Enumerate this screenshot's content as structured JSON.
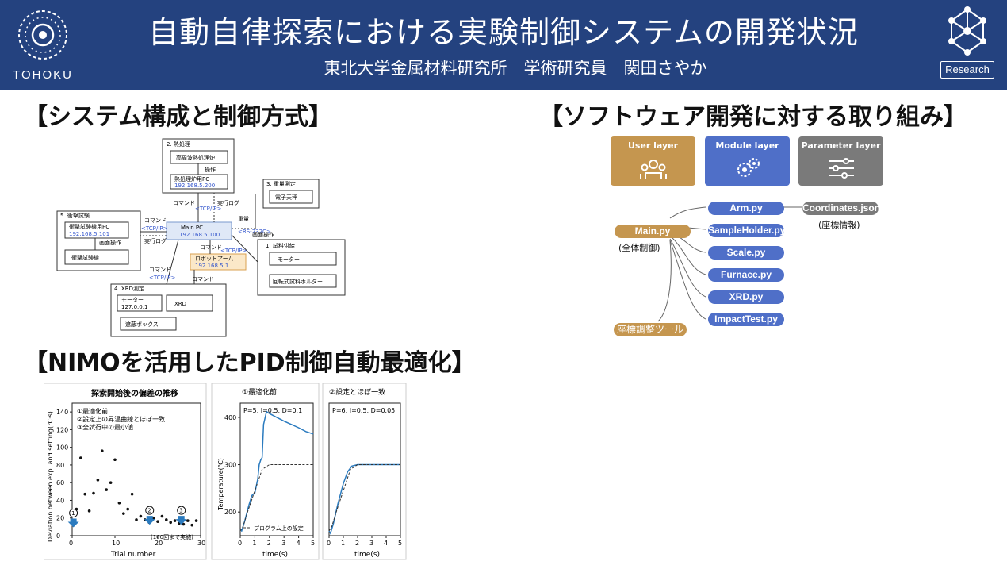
{
  "header": {
    "title": "自動自律探索における実験制御システムの開発状況",
    "subtitle": "東北大学金属材料研究所　学術研究員　関田さやか",
    "logo_text": "TOHOKU",
    "badge_label": "Research"
  },
  "sections": {
    "system": "【システム構成と制御方式】",
    "software": "【ソフトウェア開発に対する取り組み】",
    "pid": "【NIMOを活用したPID制御自動最適化】"
  },
  "system_diagram": {
    "main_pc": "Main PC",
    "main_ip": "192.168.5.100",
    "heat_title": "2. 熱処理",
    "heat_furnace": "高周波熱処理炉",
    "heat_ops": "操作",
    "heat_pc": "熱処理炉用PC",
    "heat_ip": "192.168.5.200",
    "weigh_title": "3. 重量測定",
    "balance": "電子天秤",
    "impact_title": "5. 衝撃試験",
    "impact_pc": "衝撃試験機用PC",
    "impact_ip": "192.168.5.101",
    "screen_ops": "画面操作",
    "impact_machine": "衝撃試験機",
    "supply_title": "1. 試料供給",
    "supply_screen": "画面操作",
    "motor": "モーター",
    "holder": "回転式試料ホルダー",
    "robot": "ロボットアーム",
    "robot_ip": "192.168.5.1",
    "xrd_title": "4. XRD測定",
    "xrd_motor": "モーター",
    "xrd_motor_ip": "127.0.0.1",
    "xrd": "XRD",
    "shield": "遮蔽ボックス",
    "command": "コマンド",
    "tcpip": "<TCP/IP>",
    "exec_log": "実行ログ",
    "weight": "重量",
    "rs232c": "<RS-232C>"
  },
  "software": {
    "layers": [
      {
        "label": "User layer",
        "color": "#c5964f"
      },
      {
        "label": "Module layer",
        "color": "#4f6fc8"
      },
      {
        "label": "Parameter layer",
        "color": "#7a7a7a"
      }
    ],
    "main": "Main.py",
    "main_note": "(全体制御)",
    "modules": [
      "Arm.py",
      "SampleHolder.py",
      "Scale.py",
      "Furnace.py",
      "XRD.py",
      "ImpactTest.py"
    ],
    "coord": "Coordinates.json",
    "coord_note": "(座標情報)",
    "tool": "座標調整ツール"
  },
  "pid": {
    "scatter_title": "探索開始後の偏差の推移",
    "legend1": "①最適化前",
    "legend2": "②設定上の昇温曲線とほぼ一致",
    "legend3": "③全試行中の最小値",
    "ylabel_scatter": "Deviation between exp. and setting(℃·s)",
    "xlabel_scatter": "Trial number",
    "note_100": "(100回まで実施)",
    "before_title": "①最適化前",
    "after_title": "②設定とほぼ一致",
    "before_params": "P=5, I=0.5, D=0.1",
    "after_params": "P=6, I=0.5, D=0.05",
    "ylabel_temp": "Temperature(℃)",
    "xlabel_time": "time(s)",
    "setting_legend": "プログラム上の設定",
    "marker1": "1",
    "marker2": "2",
    "marker3": "3"
  },
  "chart_data": [
    {
      "type": "scatter",
      "title": "探索開始後の偏差の推移",
      "xlabel": "Trial number",
      "ylabel": "Deviation between exp. and setting(℃·s)",
      "xlim": [
        0,
        30
      ],
      "ylim": [
        0,
        150
      ],
      "xticks": [
        0,
        10,
        20,
        30
      ],
      "yticks": [
        0,
        20,
        40,
        60,
        80,
        100,
        120,
        140
      ],
      "x": [
        1,
        2,
        3,
        4,
        5,
        6,
        7,
        8,
        9,
        10,
        11,
        12,
        13,
        14,
        15,
        16,
        17,
        18,
        19,
        20,
        21,
        22,
        23,
        24,
        25,
        26,
        27,
        28,
        29
      ],
      "y": [
        30,
        88,
        47,
        28,
        48,
        63,
        96,
        52,
        60,
        86,
        37,
        25,
        30,
        47,
        18,
        22,
        18,
        15,
        20,
        16,
        22,
        18,
        15,
        17,
        14,
        13,
        17,
        12,
        17
      ]
    },
    {
      "type": "line",
      "title": "①最適化前",
      "annotation": "P=5, I=0.5, D=0.1",
      "xlabel": "time(s)",
      "ylabel": "Temperature(℃)",
      "xlim": [
        0,
        5
      ],
      "ylim": [
        150,
        430
      ],
      "xticks": [
        0,
        1,
        2,
        3,
        4,
        5
      ],
      "yticks": [
        200,
        300,
        400
      ],
      "series": [
        {
          "x": [
            0,
            0.1,
            0.3,
            0.6,
            0.8,
            1.0,
            1.2,
            1.3,
            1.4,
            1.5,
            1.6,
            1.8,
            2.0,
            2.5,
            3.0,
            3.5,
            4.0,
            4.5,
            5.0
          ],
          "y": [
            165,
            160,
            180,
            215,
            235,
            240,
            270,
            300,
            310,
            315,
            385,
            412,
            408,
            400,
            392,
            385,
            378,
            370,
            365
          ]
        },
        {
          "name": "プログラム上の設定",
          "x": [
            0,
            0.2,
            0.5,
            1.0,
            1.5,
            2.0,
            3.0,
            4.0,
            5.0
          ],
          "y": [
            160,
            170,
            200,
            245,
            290,
            300,
            300,
            300,
            300
          ]
        }
      ]
    },
    {
      "type": "line",
      "title": "②設定とほぼ一致",
      "annotation": "P=6, I=0.5, D=0.05",
      "xlabel": "time(s)",
      "ylabel": "",
      "xlim": [
        0,
        5
      ],
      "ylim": [
        150,
        430
      ],
      "xticks": [
        0,
        1,
        2,
        3,
        4,
        5
      ],
      "yticks": [],
      "series": [
        {
          "x": [
            0,
            0.1,
            0.3,
            0.6,
            1.0,
            1.3,
            1.6,
            2.0,
            2.5,
            3.0,
            4.0,
            5.0
          ],
          "y": [
            160,
            155,
            175,
            215,
            260,
            285,
            297,
            300,
            300,
            300,
            300,
            300
          ]
        },
        {
          "name": "プログラム上の設定",
          "x": [
            0,
            0.2,
            0.5,
            1.0,
            1.5,
            2.0,
            3.0,
            4.0,
            5.0
          ],
          "y": [
            160,
            170,
            200,
            245,
            290,
            300,
            300,
            300,
            300
          ]
        }
      ]
    }
  ]
}
